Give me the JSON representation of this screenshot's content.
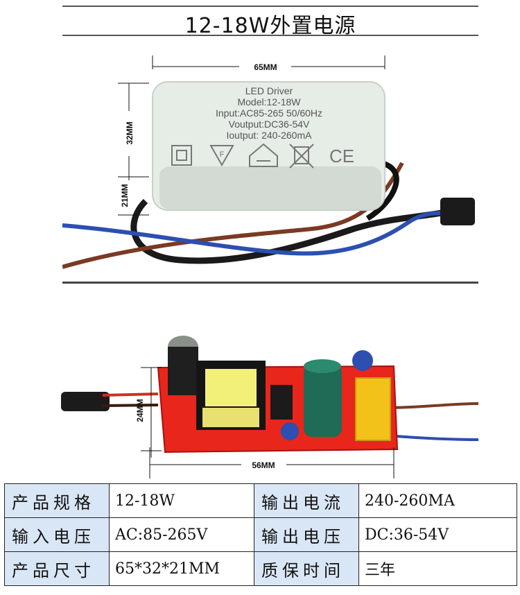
{
  "title": "12-18W外置电源",
  "photo1": {
    "dim_width": "65MM",
    "dim_height": "32MM",
    "dim_depth": "21MM",
    "label_lines": [
      "LED Driver",
      "Model:12-18W",
      "Input:AC85-265 50/60Hz",
      "Voutput:DC36-54V",
      "Ioutput: 240-260mA"
    ],
    "ce_mark": "CE"
  },
  "photo2": {
    "dim_width": "56MM",
    "dim_height": "24MM"
  },
  "specs": [
    {
      "label": "产品规格",
      "value": "12-18W",
      "label2": "输出电流",
      "value2": "240-260MA"
    },
    {
      "label": "输入电压",
      "value": "AC:85-265V",
      "label2": "输出电压",
      "value2": "DC:36-54V"
    },
    {
      "label": "产品尺寸",
      "value": "65*32*21MM",
      "label2": "质保时间",
      "value2": "三年"
    }
  ],
  "colors": {
    "label_cell_bg": "#d9e6f5",
    "housing": "#e6ece6",
    "pcb": "#e8261c",
    "wire_brown": "#7a3a24",
    "wire_blue": "#2c4fb0",
    "capacitor_green": "#1f6b55",
    "transformer_yellow": "#f3f07a",
    "x_cap_yellow": "#f2c21b"
  }
}
